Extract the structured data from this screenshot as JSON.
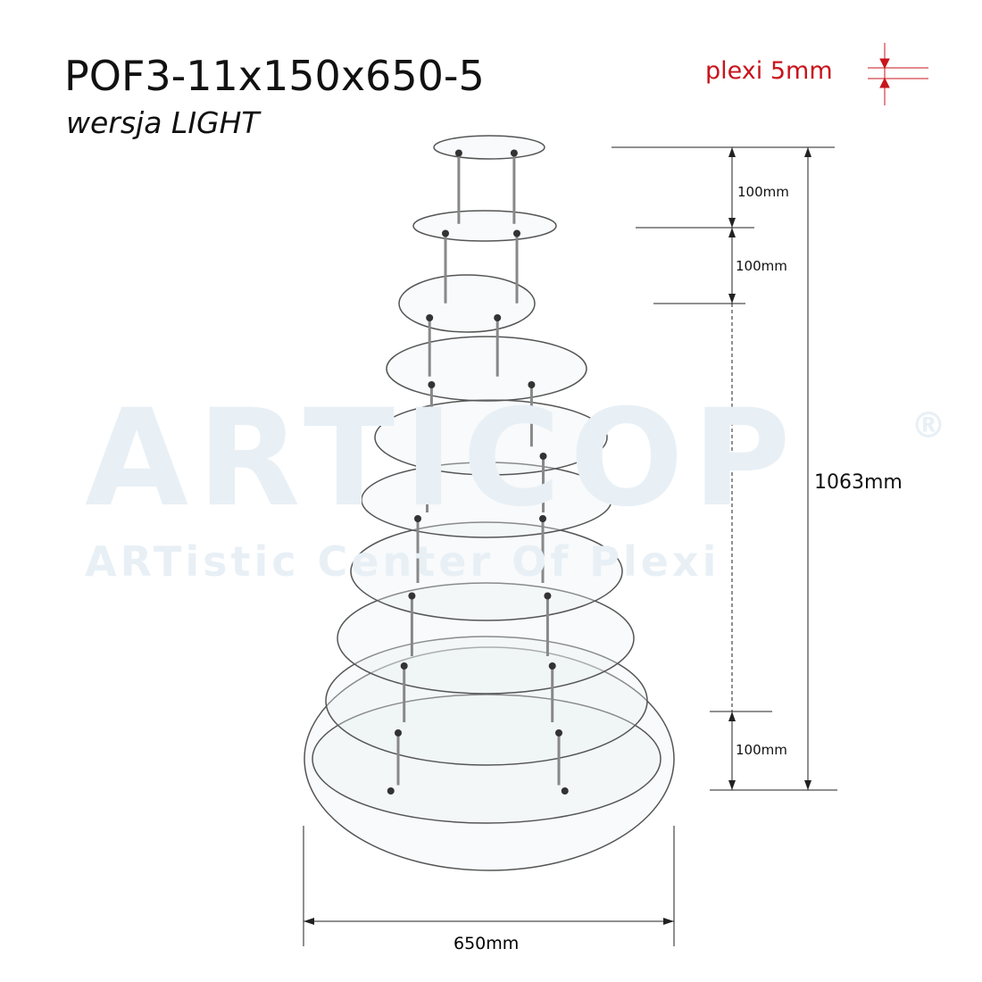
{
  "title": "POF3-11x150x650-5",
  "subtitle": "wersja LIGHT",
  "material": {
    "label": "plexi 5mm",
    "color": "#c8141c"
  },
  "watermark": {
    "logo": "ARTICOP",
    "registered": "®",
    "tagline": "ARTistic Center Of Plexi"
  },
  "dimensions": {
    "tier_spacing_top": "100mm",
    "tier_spacing_second": "100mm",
    "tier_spacing_bottom": "100mm",
    "total_height": "1063mm",
    "base_diameter": "650mm"
  },
  "product": {
    "tiers": 11
  }
}
